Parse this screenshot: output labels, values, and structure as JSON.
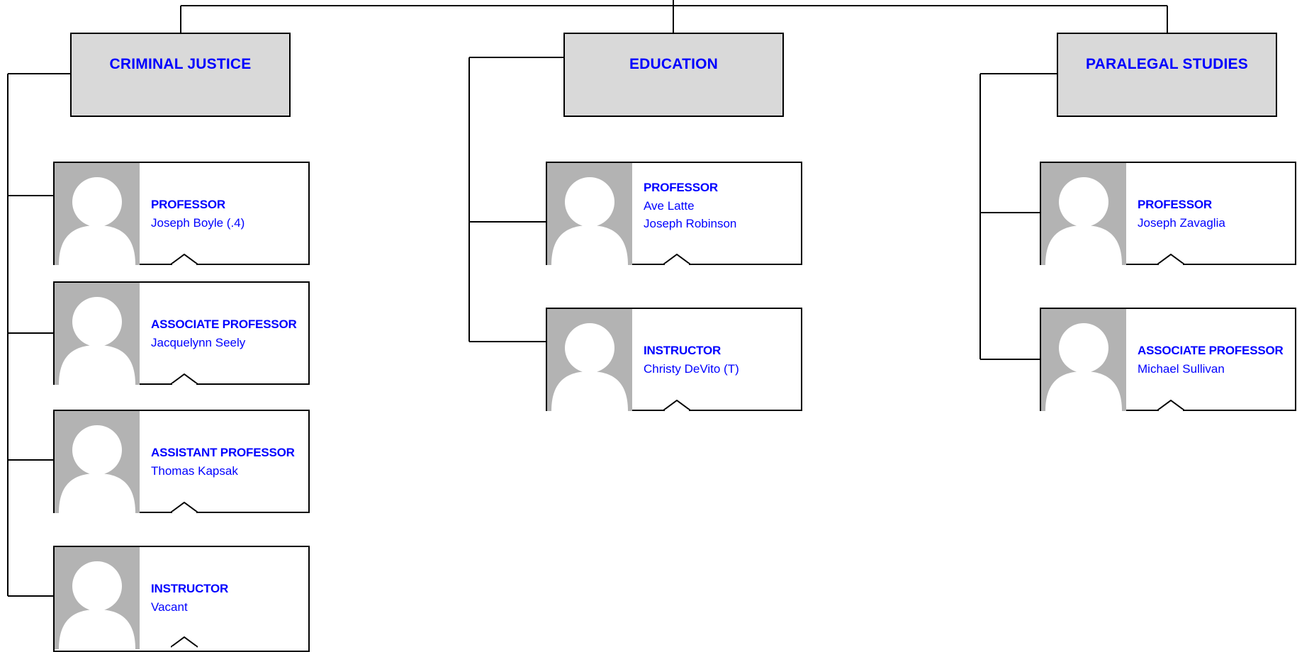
{
  "departments": [
    {
      "name": "CRIMINAL JUSTICE",
      "positions": [
        {
          "title": "PROFESSOR",
          "people": [
            " Joseph Boyle (.4)"
          ]
        },
        {
          "title": "ASSOCIATE PROFESSOR",
          "people": [
            "Jacquelynn Seely"
          ]
        },
        {
          "title": "ASSISTANT PROFESSOR",
          "people": [
            "Thomas Kapsak"
          ]
        },
        {
          "title": "INSTRUCTOR",
          "people": [
            "Vacant"
          ]
        }
      ]
    },
    {
      "name": "EDUCATION",
      "positions": [
        {
          "title": "PROFESSOR",
          "people": [
            "Ave Latte",
            "Joseph Robinson"
          ]
        },
        {
          "title": "INSTRUCTOR",
          "people": [
            "Christy DeVito (T)"
          ]
        }
      ]
    },
    {
      "name": "PARALEGAL STUDIES",
      "positions": [
        {
          "title": "PROFESSOR",
          "people": [
            "Joseph Zavaglia"
          ]
        },
        {
          "title": "ASSOCIATE PROFESSOR",
          "people": [
            "Michael Sullivan"
          ]
        }
      ]
    }
  ],
  "colors": {
    "text": "#0000ff",
    "header_fill": "#d9d9d9",
    "photo_fill": "#b3b3b3",
    "line": "#000000"
  },
  "icons": {
    "photo": "person-silhouette-icon",
    "expand": "chevron-up-icon"
  }
}
